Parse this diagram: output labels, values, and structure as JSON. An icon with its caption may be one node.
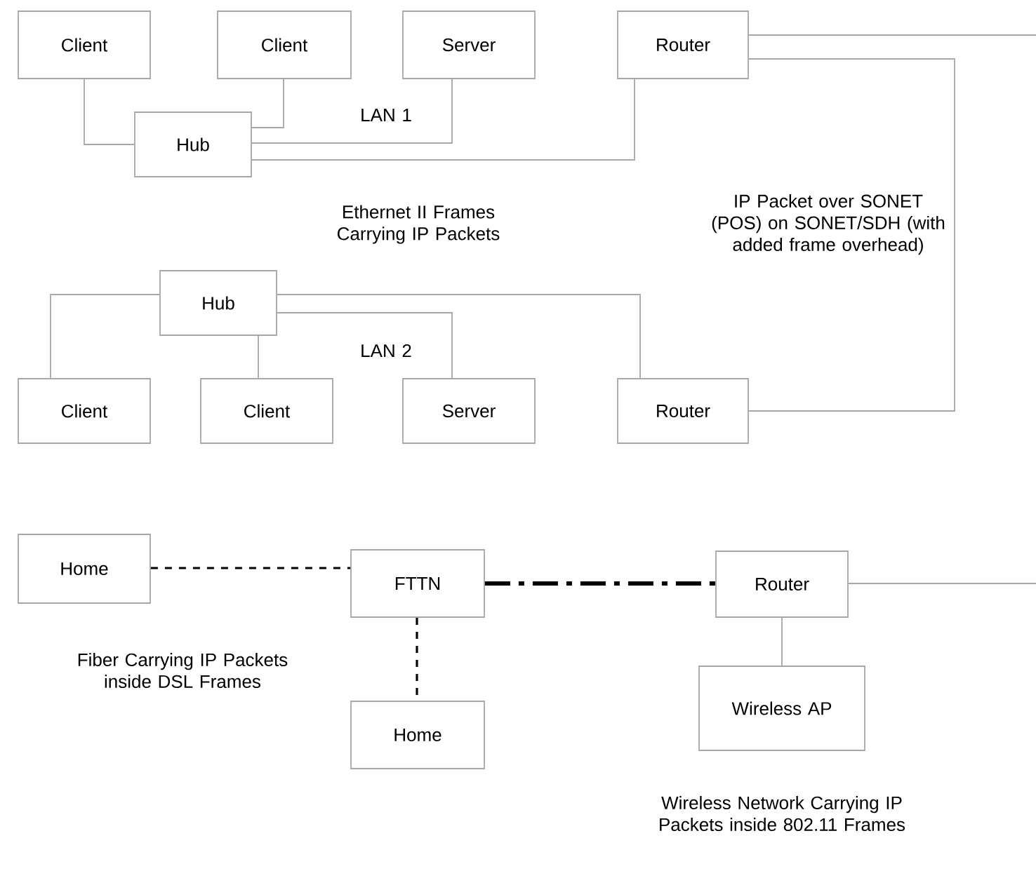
{
  "diagram": {
    "nodes": [
      {
        "text": [
          "Client"
        ]
      },
      {
        "text": [
          "Client"
        ]
      },
      {
        "text": [
          "Server"
        ]
      },
      {
        "text": [
          "Router"
        ]
      },
      {
        "text": [
          "Hub"
        ]
      },
      {
        "text": [
          "Hub"
        ]
      },
      {
        "text": [
          "Client"
        ]
      },
      {
        "text": [
          "Client"
        ]
      },
      {
        "text": [
          "Server"
        ]
      },
      {
        "text": [
          "Router"
        ]
      },
      {
        "text": [
          "Home"
        ]
      },
      {
        "text": [
          "FTTN"
        ]
      },
      {
        "text": [
          "Router"
        ]
      },
      {
        "text": [
          "Home"
        ]
      },
      {
        "text": [
          "Wireless AP"
        ]
      }
    ],
    "edges": [
      {
        "from": 0,
        "to": 4,
        "arrow": "none"
      },
      {
        "from": 1,
        "to": 4,
        "arrow": "none"
      },
      {
        "from": 2,
        "to": 4,
        "arrow": "none"
      },
      {
        "from": 3,
        "to": 4,
        "arrow": "none"
      },
      {
        "from": 5,
        "to": 6,
        "arrow": "none"
      },
      {
        "from": 5,
        "to": 7,
        "arrow": "none"
      },
      {
        "from": 5,
        "to": 8,
        "arrow": "none"
      },
      {
        "from": 5,
        "to": 9,
        "arrow": "none"
      },
      {
        "from": 3,
        "to": 9,
        "arrow": "none"
      },
      {
        "from": 3,
        "to": null,
        "arrow": "none"
      },
      {
        "from": 10,
        "to": 11,
        "arrow": "none",
        "style": "dashed",
        "color": "#000000"
      },
      {
        "from": 11,
        "to": 13,
        "arrow": "none",
        "style": "dashed",
        "color": "#000000"
      },
      {
        "from": 11,
        "to": 12,
        "arrow": "none",
        "style": "dashed",
        "color": "#000000"
      },
      {
        "from": 12,
        "to": null,
        "arrow": "none"
      },
      {
        "from": 12,
        "to": 14,
        "arrow": "none"
      }
    ],
    "labels": [
      "LAN 1",
      "Ethernet II Frames Carrying IP Packets",
      "IP Packet over SONET (POS) on SONET/SDH (with added frame overhead)",
      "LAN 2",
      "Fiber Carrying IP Packets inside DSL Frames",
      "Wireless Network Carrying IP Packets inside 802.11 Frames"
    ]
  }
}
